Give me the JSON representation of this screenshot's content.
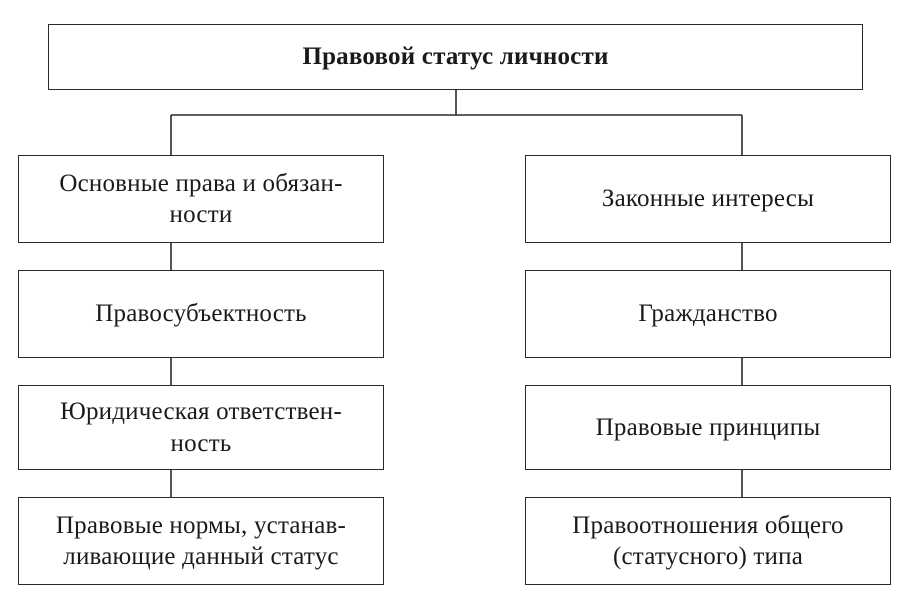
{
  "diagram": {
    "root": "Правовой статус личности",
    "left_column": [
      "Основные права и обязан-\nности",
      "Правосубъектность",
      "Юридическая ответствен-\nность",
      "Правовые нормы, устанав-\nливающие данный статус"
    ],
    "right_column": [
      "Законные интересы",
      "Гражданство",
      "Правовые принципы",
      "Правоотношения общего\n(статусного) типа"
    ]
  }
}
